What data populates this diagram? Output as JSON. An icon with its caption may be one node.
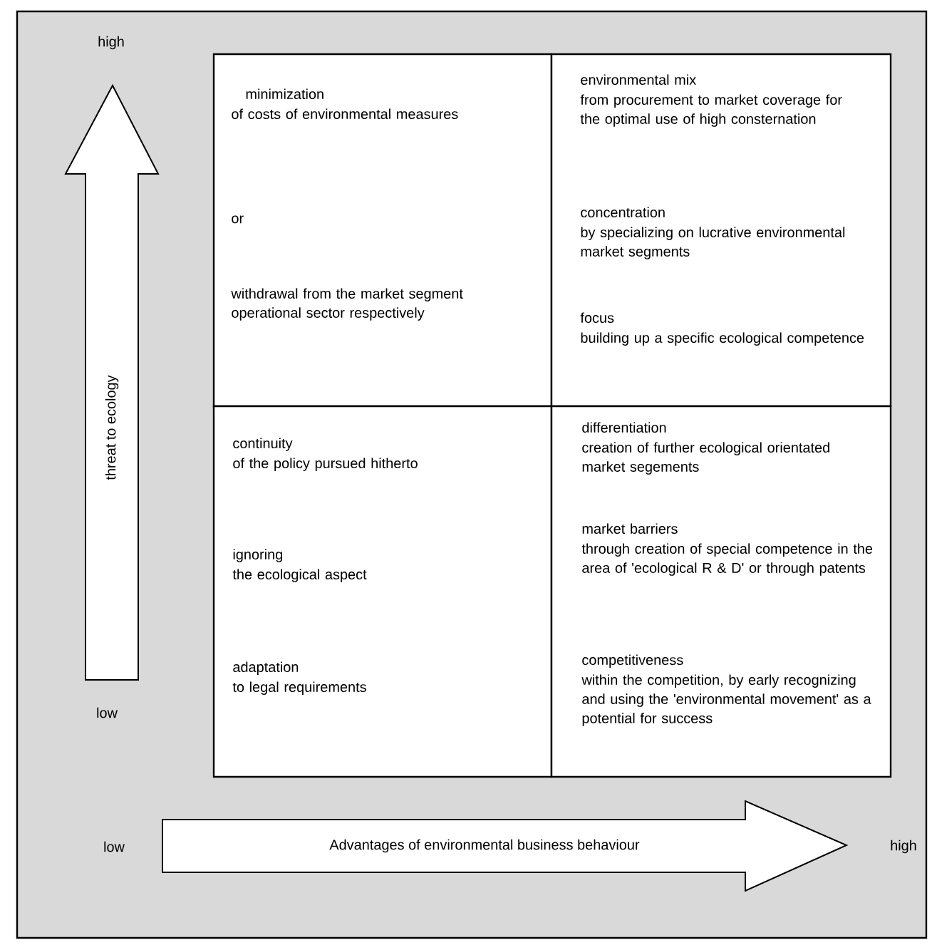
{
  "diagram": {
    "nodes": [
      {
        "text": [
          "minimization",
          "of costs of environmental measures",
          "or",
          "withdrawal from the market segment operational sector respectively"
        ]
      },
      {
        "text": [
          "environmental mix",
          "from procurement to market coverage for the optimal use of high consternation",
          "concentration",
          "by specializing on lucrative environmental market segments",
          "focus",
          "building up a specific ecological competence"
        ]
      },
      {
        "text": [
          "continuity",
          "of the policy pursued hitherto",
          "ignoring",
          "the ecological aspect",
          "adaptation",
          "to legal requirements"
        ]
      },
      {
        "text": [
          "differentiation",
          "creation of further ecological orientated market segements",
          "market barriers",
          "through creation of special competence in the area of 'ecological R & D' or through patents",
          "competitiveness",
          "within the competition, by early recognizing and using the 'environmental movement' as a potential for success"
        ]
      },
      {
        "text": [
          "threat to ecology"
        ]
      },
      {
        "text": [
          "Advantages of environmental business behaviour"
        ]
      }
    ],
    "labels": [
      "high",
      "low",
      "low",
      "high"
    ]
  }
}
